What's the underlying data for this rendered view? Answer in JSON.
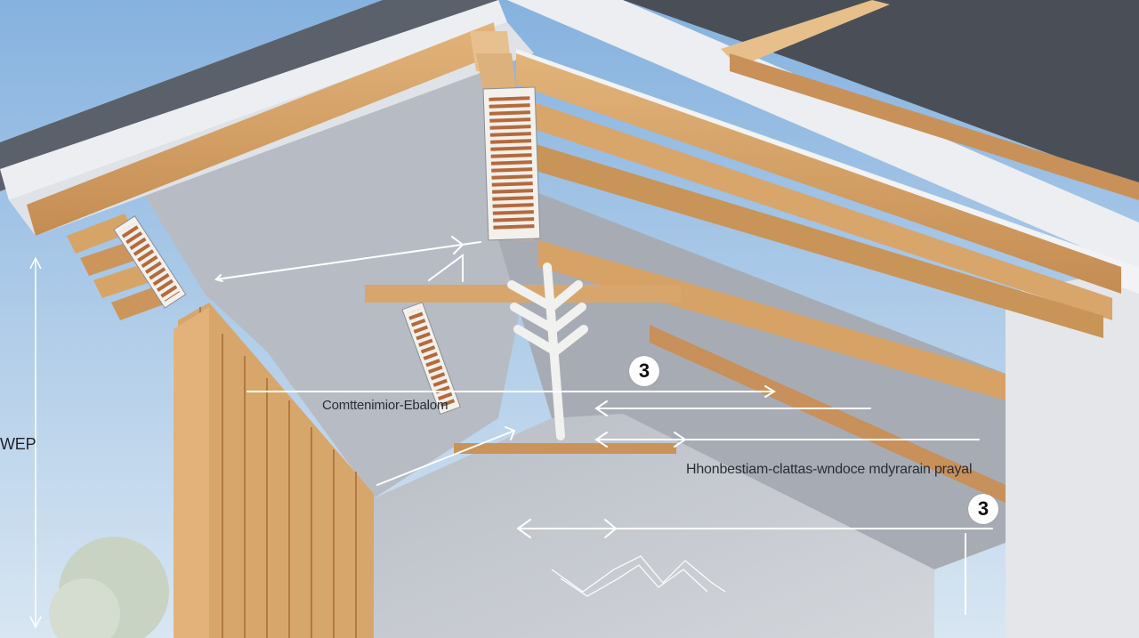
{
  "labels": {
    "left_dimension": "WEP",
    "center": "Comttenimior-Ebalom",
    "right": "Hhonbestiam-clattas-wndoce mdyrarain prayal"
  },
  "badges": [
    "3",
    "3"
  ],
  "colors": {
    "sky": "#a9c9e6",
    "wood": "#d9a86b",
    "wood_dark": "#b9824a",
    "drywall": "#c7cbd1",
    "fascia": "#e9ebee",
    "roof": "#4a4f57",
    "vent": "#b36a3e"
  }
}
